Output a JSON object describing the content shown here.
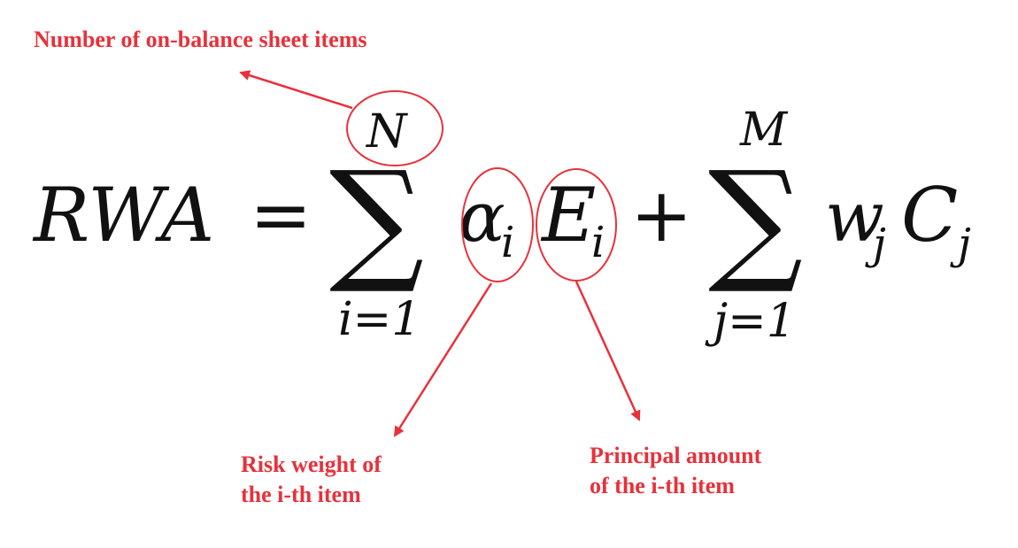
{
  "formula": {
    "lhs": "RWA",
    "equals": "=",
    "sum1": {
      "symbol": "∑",
      "upper": "N",
      "lower": "i=1",
      "term_alpha": "α",
      "term_alpha_sub": "i",
      "term_e": "E",
      "term_e_sub": "i"
    },
    "plus": "+",
    "sum2": {
      "symbol": "∑",
      "upper": "M",
      "lower": "j=1",
      "term_w": "w",
      "term_w_sub": "j",
      "term_c": "C",
      "term_c_sub": "j"
    }
  },
  "annotations": {
    "top": "Number of on-balance sheet items",
    "risk_line1": "Risk weight of",
    "risk_line2": "the i-th item",
    "principal_line1": "Principal amount",
    "principal_line2": "of the i-th item"
  },
  "colors": {
    "annotation": "#e8313b",
    "formula": "#111111"
  }
}
